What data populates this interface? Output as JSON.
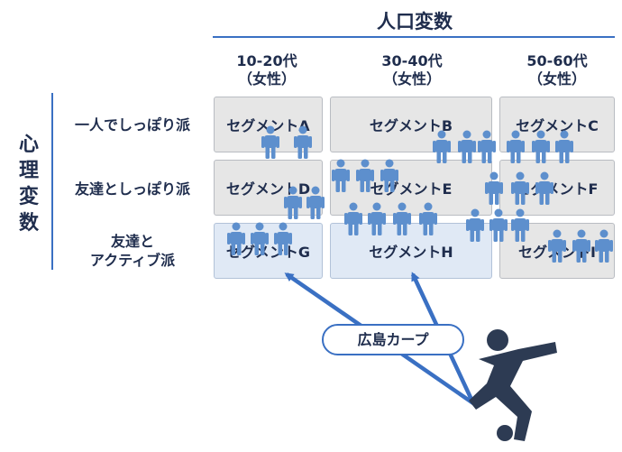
{
  "axis_top": {
    "title": "人口変数",
    "columns": [
      {
        "line1": "10-20代",
        "line2": "（女性）"
      },
      {
        "line1": "30-40代",
        "line2": "（女性）"
      },
      {
        "line1": "50-60代",
        "line2": "（女性）"
      }
    ]
  },
  "axis_left": {
    "title_chars": [
      "心",
      "理",
      "変",
      "数"
    ],
    "rows": [
      {
        "line1": "一人でしっぽり派",
        "line2": ""
      },
      {
        "line1": "友達としっぽり派",
        "line2": ""
      },
      {
        "line1": "友達と",
        "line2": "アクティブ派"
      }
    ]
  },
  "cells": [
    "セグメントA",
    "セグメントB",
    "セグメントC",
    "セグメントD",
    "セグメントE",
    "セグメントF",
    "セグメントG",
    "セグメントH",
    "セグメントI"
  ],
  "target_label": "広島カープ",
  "colors": {
    "people": "#5d8fcd",
    "arrow": "#3a70c3",
    "player": "#2d3b53",
    "text": "#1f2d4d"
  },
  "icons": {
    "people_group": "people-group-icon",
    "player": "soccer-player-icon"
  }
}
